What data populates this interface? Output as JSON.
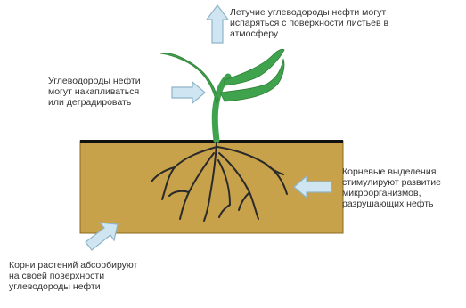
{
  "captions": {
    "volatilization": "Летучие углеводороды нефти могут\nиспаряться с поверхности листьев в\nатмосферу",
    "accumulation": "Углеводороды нефти\nмогут накапливаться\nили деградировать",
    "root_exudates": "Корневые выделения\nстимулируют развитие\nмикроорганизмов,\nразрушающих нефть",
    "root_absorption": "Корни растений абсорбируют\nна своей поверхности\nуглеводороды нефти"
  },
  "colors": {
    "soil": "#c8a24a",
    "soil_border": "#8a6b1f",
    "ground_line": "#111111",
    "plant": "#3fa34d",
    "plant_dark": "#2e7d35",
    "roots": "#2a2a2a",
    "arrow_fill": "#cfe6f2",
    "arrow_stroke": "#8fb4c8"
  },
  "icons": {
    "arrow_up": "arrow-up-icon",
    "arrow_right": "arrow-right-icon",
    "arrow_left": "arrow-left-icon",
    "arrow_diagonal": "arrow-up-right-icon"
  }
}
